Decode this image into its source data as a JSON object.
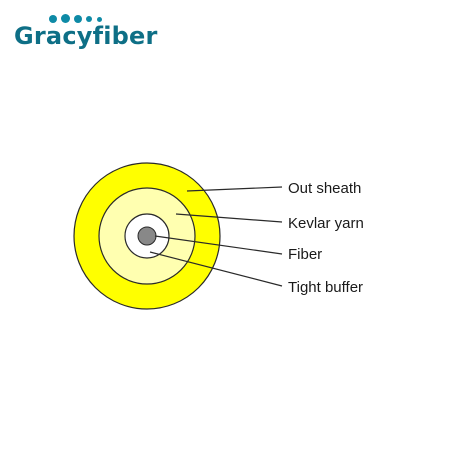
{
  "logo": {
    "text": "Gracyfiber",
    "color": "#0e6f86"
  },
  "diagram": {
    "colors": {
      "out_sheath": "#ffff00",
      "kevlar_yarn": "#ffffb0",
      "tight_buffer": "#ffffff",
      "fiber": "#888888",
      "stroke": "#2a2a2a"
    },
    "labels": {
      "out_sheath": "Out sheath",
      "kevlar_yarn": "Kevlar yarn",
      "fiber": "Fiber",
      "tight_buffer": "Tight buffer"
    }
  }
}
